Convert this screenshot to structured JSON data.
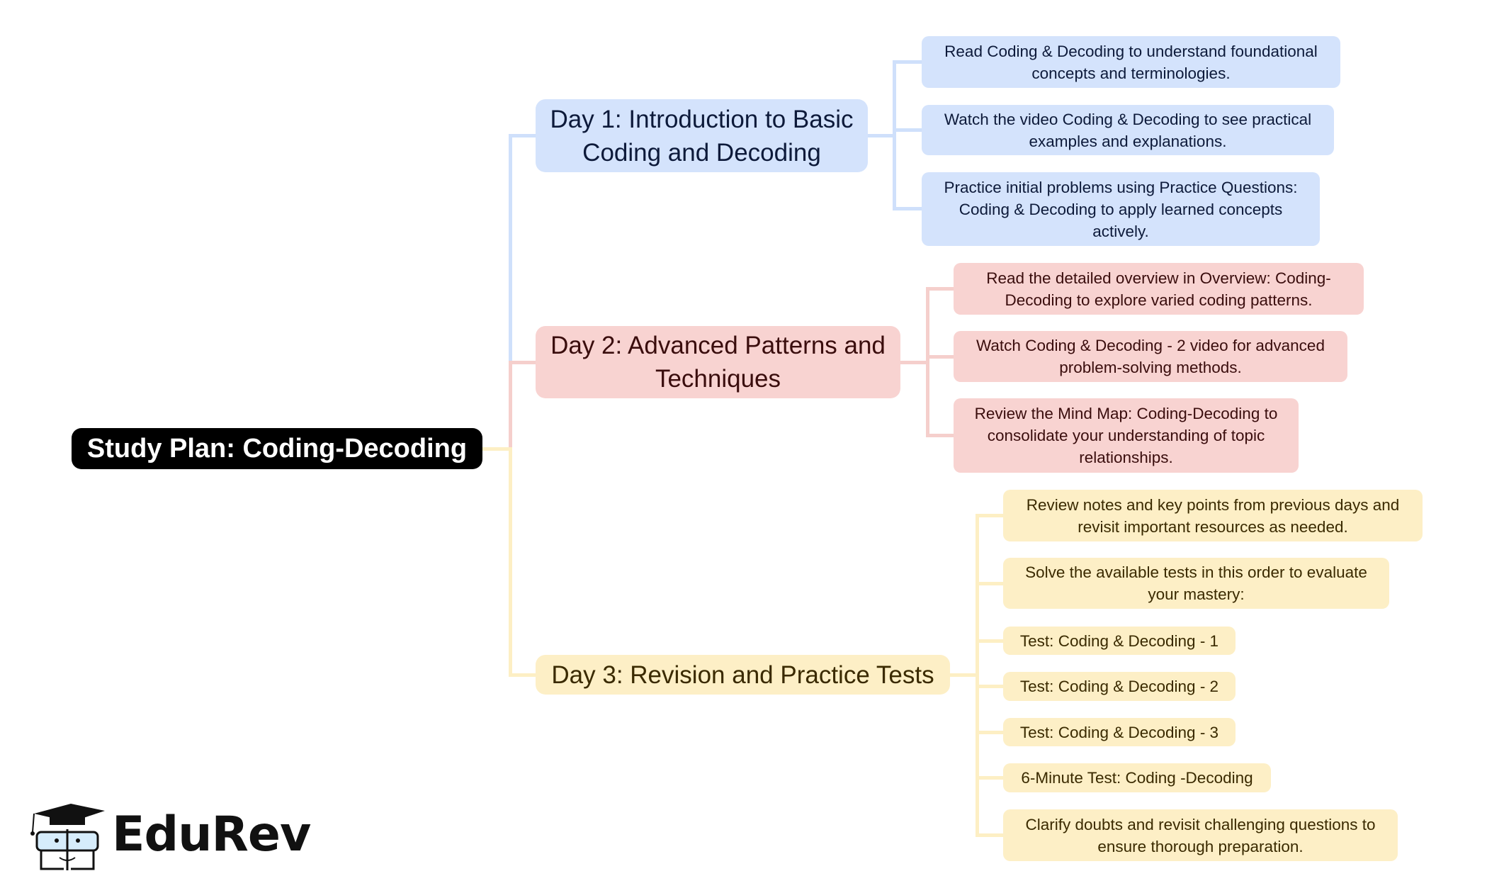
{
  "root": {
    "label": "Study Plan: Coding-Decoding"
  },
  "days": [
    {
      "label": "Day 1: Introduction to Basic Coding and Decoding",
      "color": "#d4e3fc",
      "items": [
        "Read Coding & Decoding to understand foundational concepts and terminologies.",
        "Watch the video Coding & Decoding to see practical examples and explanations.",
        "Practice initial problems using Practice Questions: Coding & Decoding to apply learned concepts actively."
      ]
    },
    {
      "label": "Day 2: Advanced Patterns and Techniques",
      "color": "#f8d3d1",
      "items": [
        "Read the detailed overview in Overview: Coding-Decoding to explore varied coding patterns.",
        "Watch Coding & Decoding - 2 video for advanced problem-solving methods.",
        "Review the Mind Map: Coding-Decoding to consolidate your understanding of topic relationships."
      ]
    },
    {
      "label": "Day 3: Revision and Practice Tests",
      "color": "#fdefc6",
      "items": [
        "Review notes and key points from previous days and revisit important resources as needed.",
        "Solve the available tests in this order to evaluate your mastery:",
        "Test: Coding & Decoding - 1",
        "Test: Coding & Decoding - 2",
        "Test: Coding & Decoding - 3",
        "6-Minute Test: Coding -Decoding",
        "Clarify doubts and revisit challenging questions to ensure thorough preparation."
      ]
    }
  ],
  "logo": {
    "text": "EduRev"
  }
}
